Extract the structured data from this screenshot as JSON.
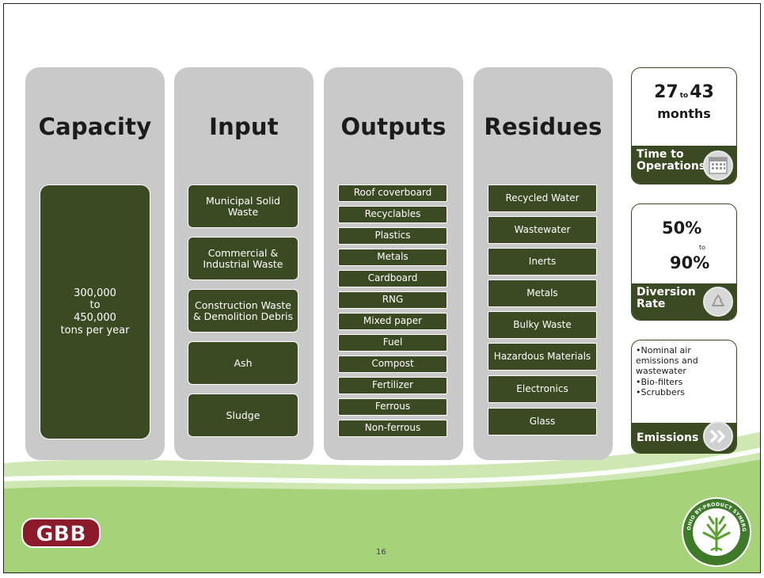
{
  "columns": {
    "capacity": {
      "title": "Capacity",
      "value": "300,000\nto\n450,000\ntons per year"
    },
    "input": {
      "title": "Input",
      "items": [
        "Municipal Solid Waste",
        "Commercial & Industrial Waste",
        "Construction Waste & Demolition Debris",
        "Ash",
        "Sludge"
      ]
    },
    "outputs": {
      "title": "Outputs",
      "items": [
        "Roof coverboard",
        "Recyclables",
        "Plastics",
        "Metals",
        "Cardboard",
        "RNG",
        "Mixed paper",
        "Fuel",
        "Compost",
        "Fertilizer",
        "Ferrous",
        "Non-ferrous"
      ]
    },
    "residues": {
      "title": "Residues",
      "items": [
        "Recycled Water",
        "Wastewater",
        "Inerts",
        "Metals",
        "Bulky Waste",
        "Hazardous Materials",
        "Electronics",
        "Glass"
      ]
    }
  },
  "stats": {
    "time": {
      "low": "27",
      "connector": "to",
      "high": "43",
      "unit": "months",
      "label": "Time to Operations",
      "icon": "calendar-icon"
    },
    "diversion": {
      "low": "50%",
      "connector": "to",
      "high": "90%",
      "label": "Diversion Rate",
      "icon": "recycle-icon"
    },
    "emissions": {
      "bullets": [
        "•Nominal air emissions and wastewater",
        "•Bio-filters",
        "•Scrubbers"
      ],
      "label": "Emissions",
      "icon": "double-chevron-icon"
    }
  },
  "footer": {
    "page_number": "16",
    "logo_left": "GBB",
    "logo_right": "OHIO BY-PRODUCT SYNERGY NETWORK"
  },
  "colors": {
    "box_green": "#3b4a22",
    "column_gray": "#c9c9c9",
    "footer_green": "#a6d27a"
  }
}
